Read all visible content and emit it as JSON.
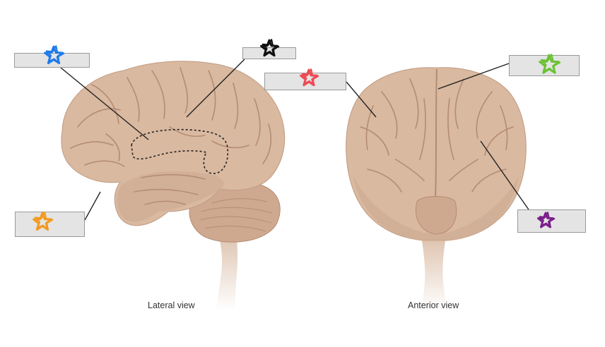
{
  "captions": {
    "lateral": "Lateral view",
    "anterior": "Anterior view"
  },
  "label_boxes": [
    {
      "id": "blue",
      "marker": "blue-star-mark",
      "color": "#1f7be8"
    },
    {
      "id": "black",
      "marker": "black-star-mark",
      "color": "#111111"
    },
    {
      "id": "red",
      "marker": "red-star-mark",
      "color": "#ee4a55"
    },
    {
      "id": "green",
      "marker": "green-star-mark",
      "color": "#6cc235"
    },
    {
      "id": "orange",
      "marker": "orange-star-mark",
      "color": "#f39a1e"
    },
    {
      "id": "purple",
      "marker": "purple-star-mark",
      "color": "#7a1f8a"
    }
  ],
  "colors": {
    "brain_fill": "#d9b9a0",
    "brain_shade": "#c8a28a",
    "brain_groove": "#b48c73",
    "brain_highlight": "#e9d2c0",
    "leader_line": "#222222",
    "box_fill": "#e4e4e4",
    "box_border": "#9a9a9a"
  }
}
